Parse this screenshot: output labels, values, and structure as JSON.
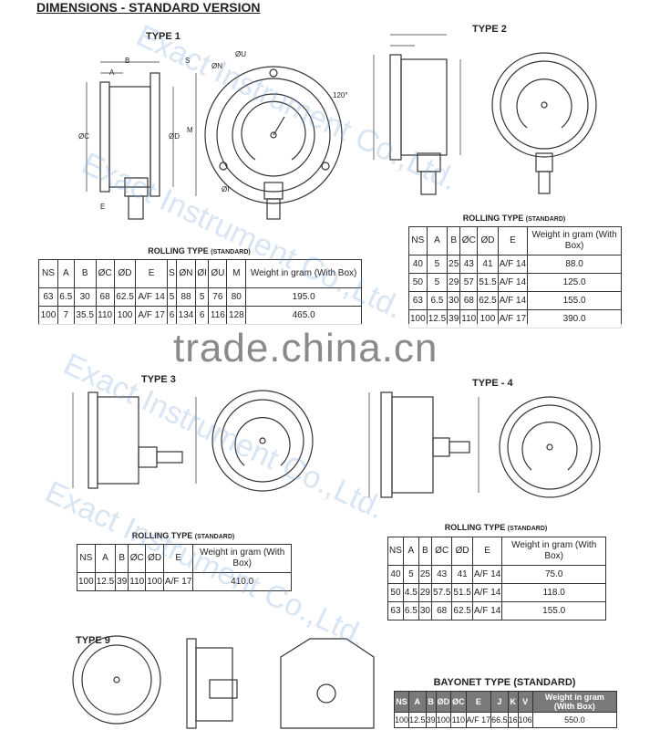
{
  "title": "DIMENSIONS - STANDARD VERSION",
  "watermark": "Exact Instrument Co.,Ltd.",
  "banner": "trade.china.cn",
  "type_labels": {
    "t1": "TYPE 1",
    "t2": "TYPE 2",
    "t3": "TYPE 3",
    "t4": "TYPE - 4",
    "t9": "TYPE 9"
  },
  "drawing_labels": [
    "B",
    "A",
    "S",
    "ØC",
    "ØD",
    "M",
    "E",
    "ØU",
    "ØN",
    "120°",
    "ØI"
  ],
  "rolling_title": "ROLLING TYPE",
  "standard": "(STANDARD)",
  "bayonet_title": "BAYONET TYPE (STANDARD)",
  "tables": {
    "t1": {
      "headers": [
        "NS",
        "A",
        "B",
        "ØC",
        "ØD",
        "E",
        "S",
        "ØN",
        "ØI",
        "ØU",
        "M",
        "Weight in gram (With Box)"
      ],
      "rows": [
        [
          "63",
          "6.5",
          "30",
          "68",
          "62.5",
          "A/F 14",
          "5",
          "88",
          "5",
          "76",
          "80",
          "195.0"
        ],
        [
          "100",
          "7",
          "35.5",
          "110",
          "100",
          "A/F 17",
          "6",
          "134",
          "6",
          "116",
          "128",
          "465.0"
        ]
      ]
    },
    "t2": {
      "headers": [
        "NS",
        "A",
        "B",
        "ØC",
        "ØD",
        "E",
        "Weight in gram (With Box)"
      ],
      "rows": [
        [
          "40",
          "5",
          "25",
          "43",
          "41",
          "A/F 14",
          "88.0"
        ],
        [
          "50",
          "5",
          "29",
          "57",
          "51.5",
          "A/F 14",
          "125.0"
        ],
        [
          "63",
          "6.5",
          "30",
          "68",
          "62.5",
          "A/F 14",
          "155.0"
        ],
        [
          "100",
          "12.5",
          "39",
          "110",
          "100",
          "A/F 17",
          "390.0"
        ]
      ]
    },
    "t3": {
      "headers": [
        "NS",
        "A",
        "B",
        "ØC",
        "ØD",
        "E",
        "Weight in gram (With Box)"
      ],
      "rows": [
        [
          "100",
          "12.5",
          "39",
          "110",
          "100",
          "A/F 17",
          "410.0"
        ]
      ]
    },
    "t4": {
      "headers": [
        "NS",
        "A",
        "B",
        "ØC",
        "ØD",
        "E",
        "Weight in gram (With Box)"
      ],
      "rows": [
        [
          "40",
          "5",
          "25",
          "43",
          "41",
          "A/F 14",
          "75.0"
        ],
        [
          "50",
          "4.5",
          "29",
          "57.5",
          "51.5",
          "A/F 14",
          "118.0"
        ],
        [
          "63",
          "6.5",
          "30",
          "68",
          "62.5",
          "A/F 14",
          "155.0"
        ]
      ]
    },
    "t9": {
      "headers": [
        "NS",
        "A",
        "B",
        "ØD",
        "ØC",
        "E",
        "J",
        "K",
        "V",
        "Weight in gram (With Box)"
      ],
      "rows": [
        [
          "100",
          "12.5",
          "39",
          "100",
          "110",
          "A/F 17",
          "66.5",
          "16",
          "106",
          "550.0"
        ]
      ]
    }
  }
}
